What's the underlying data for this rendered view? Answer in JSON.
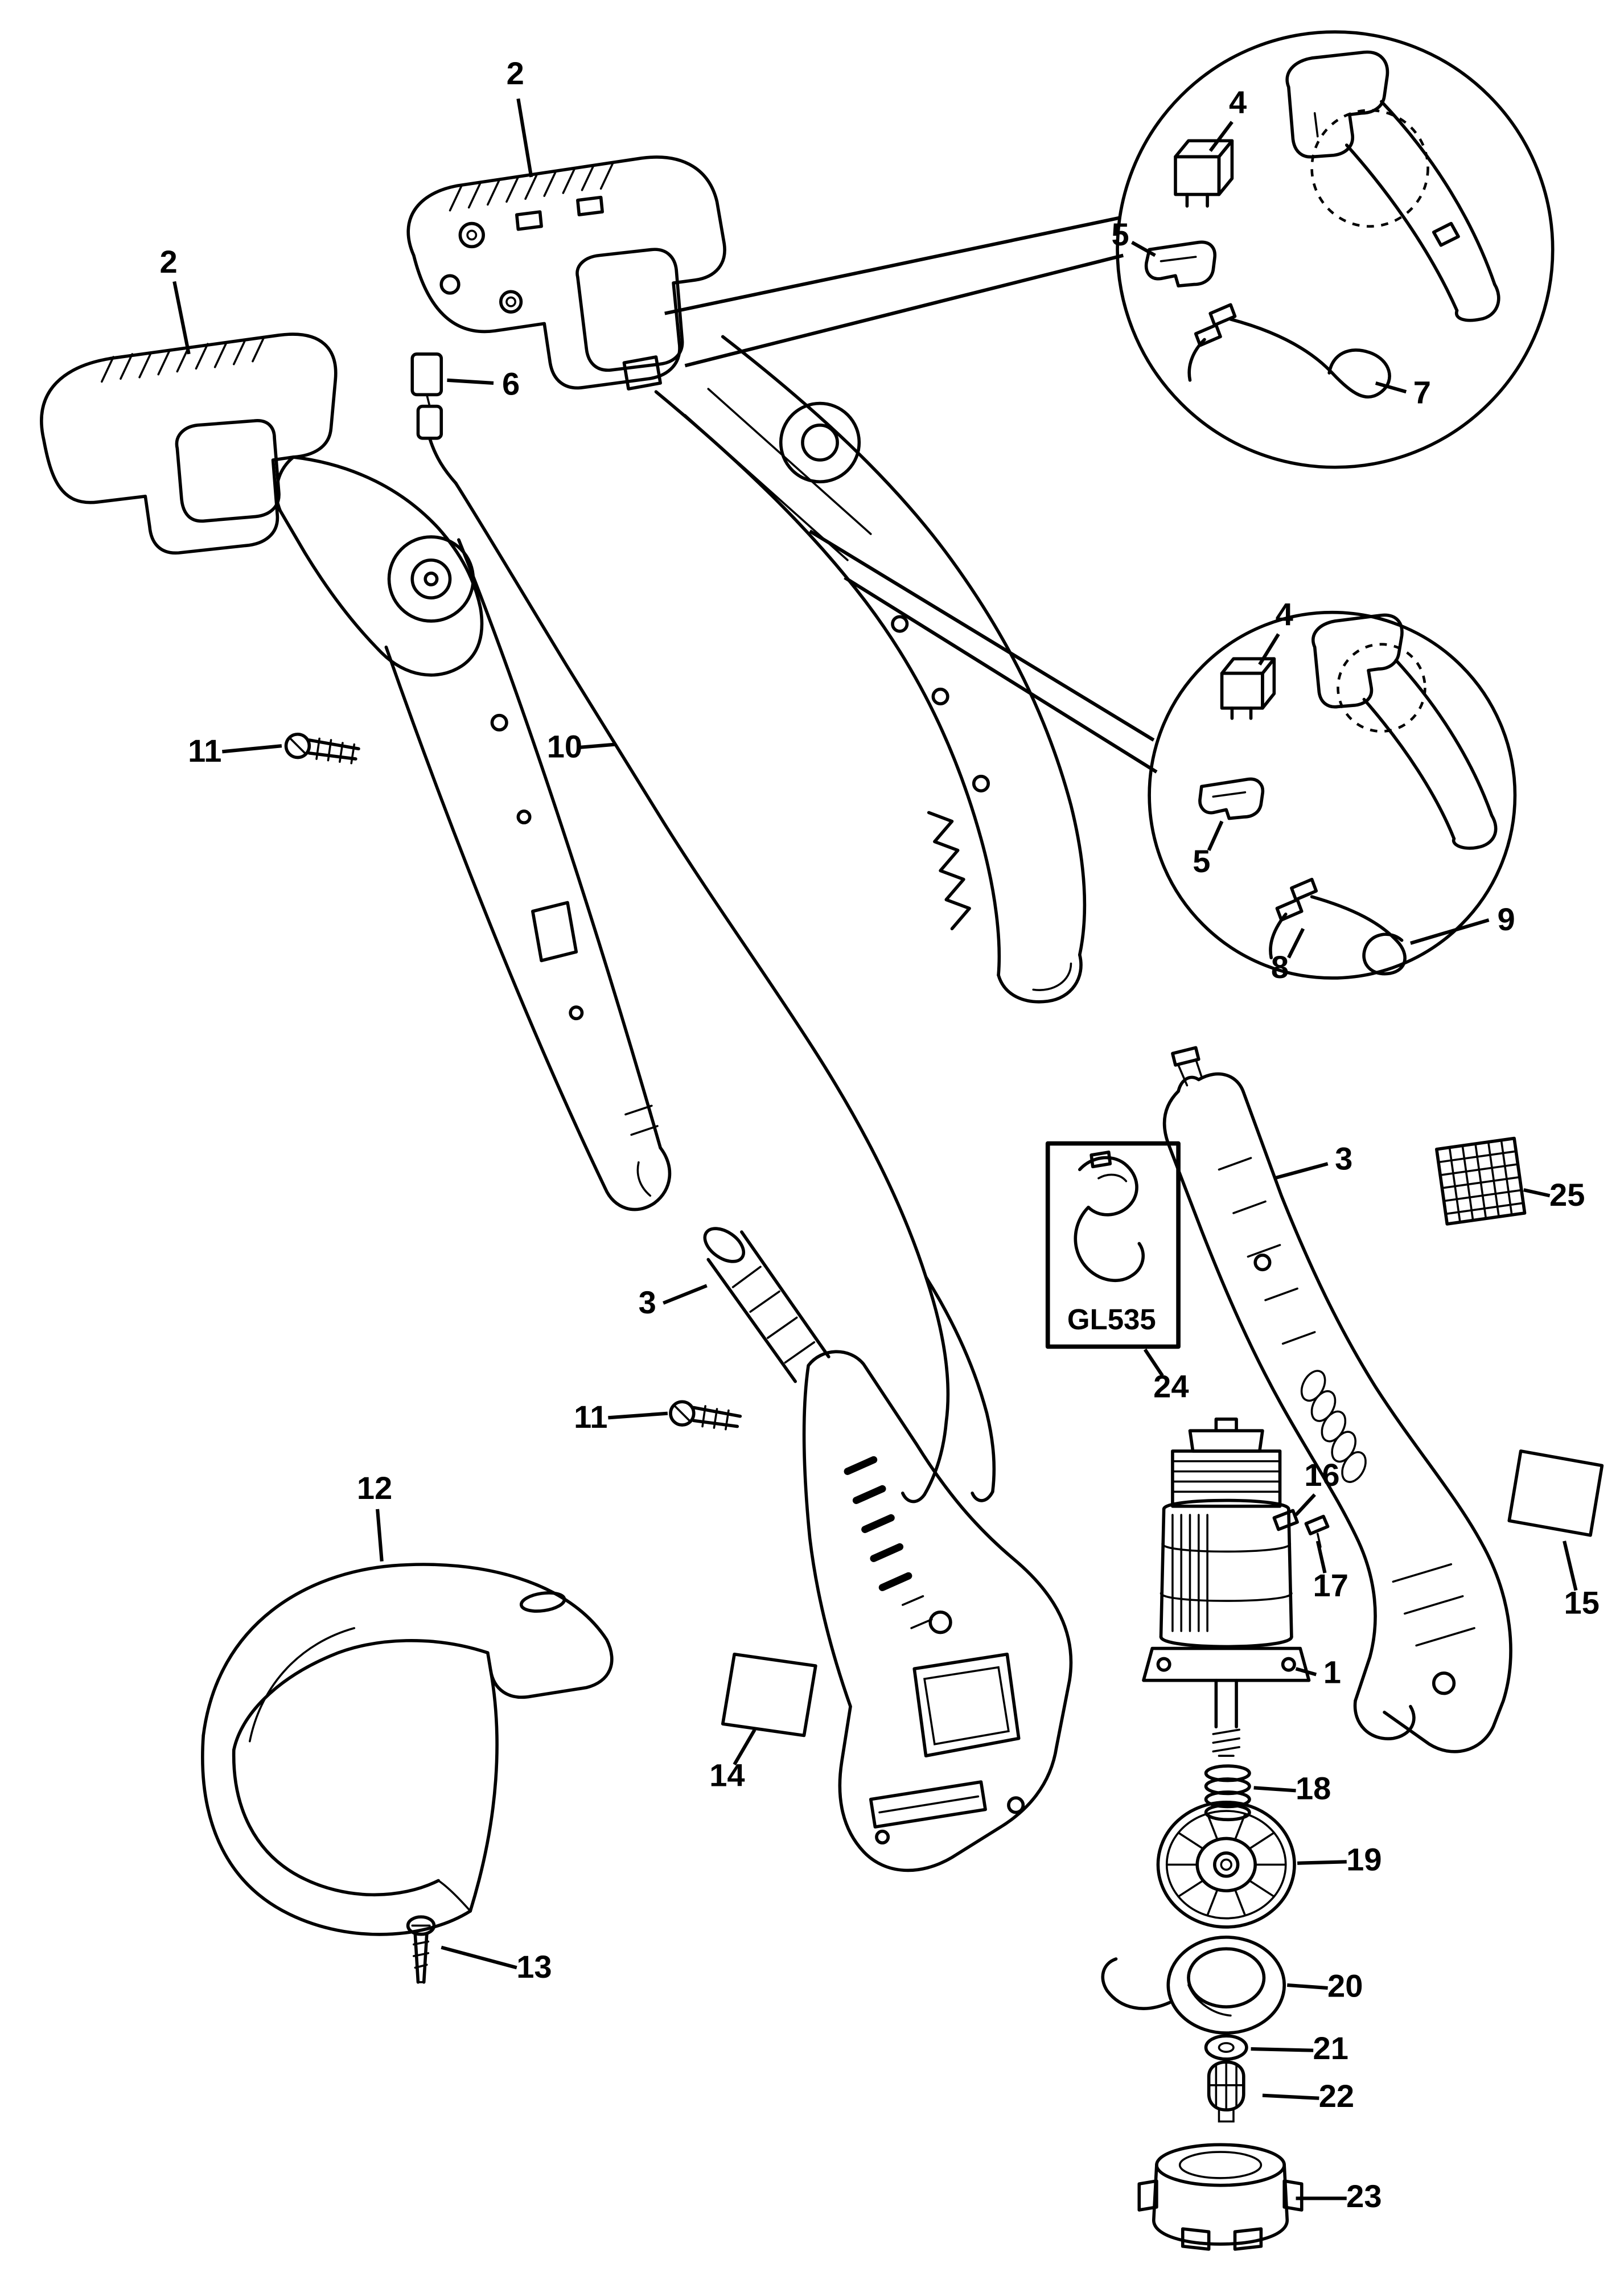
{
  "diagram": {
    "type": "exploded-parts-diagram",
    "subject": "string-trimmer",
    "model_label": "GL535",
    "colors": {
      "background": "#ffffff",
      "line": "#000000",
      "text": "#000000"
    },
    "callouts": [
      {
        "label": "2",
        "part": "handle-housing-top"
      },
      {
        "label": "2",
        "part": "handle-housing-left"
      },
      {
        "label": "4",
        "part": "switch-detail-top"
      },
      {
        "label": "5",
        "part": "switch-clamp-detail-top"
      },
      {
        "label": "6",
        "part": "connector"
      },
      {
        "label": "7",
        "part": "switch-cable-detail-top"
      },
      {
        "label": "4",
        "part": "switch-detail-lower"
      },
      {
        "label": "5",
        "part": "switch-clamp-detail-lower"
      },
      {
        "label": "9",
        "part": "switch-cable-detail-lower"
      },
      {
        "label": "8",
        "part": "cable-sleeve-detail-lower"
      },
      {
        "label": "11",
        "part": "screw-upper"
      },
      {
        "label": "10",
        "part": "power-cable"
      },
      {
        "label": "3",
        "part": "housing-half-right"
      },
      {
        "label": "25",
        "part": "warning-label-grid"
      },
      {
        "label": "24",
        "part": "cable-clip"
      },
      {
        "label": "3",
        "part": "lower-shaft-tube"
      },
      {
        "label": "11",
        "part": "screw-lower"
      },
      {
        "label": "12",
        "part": "safety-guard"
      },
      {
        "label": "16",
        "part": "small-part-16"
      },
      {
        "label": "17",
        "part": "small-part-17"
      },
      {
        "label": "15",
        "part": "label-right"
      },
      {
        "label": "1",
        "part": "motor"
      },
      {
        "label": "14",
        "part": "label-left"
      },
      {
        "label": "18",
        "part": "spring"
      },
      {
        "label": "19",
        "part": "fan-wheel"
      },
      {
        "label": "13",
        "part": "guard-screw"
      },
      {
        "label": "20",
        "part": "line-spool"
      },
      {
        "label": "21",
        "part": "washer"
      },
      {
        "label": "22",
        "part": "bump-knob"
      },
      {
        "label": "23",
        "part": "spool-cover"
      }
    ]
  }
}
